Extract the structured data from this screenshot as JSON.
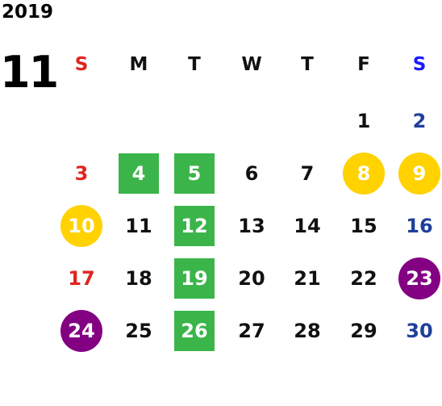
{
  "calendar": {
    "year": "2019",
    "month": "11",
    "weekdays": [
      "S",
      "M",
      "T",
      "W",
      "T",
      "F",
      "S"
    ],
    "days": [
      {
        "n": "1",
        "col": 5,
        "row": 0,
        "style": "blk"
      },
      {
        "n": "2",
        "col": 6,
        "row": 0,
        "style": "sat"
      },
      {
        "n": "3",
        "col": 0,
        "row": 1,
        "style": "sun"
      },
      {
        "n": "4",
        "col": 1,
        "row": 1,
        "style": "green"
      },
      {
        "n": "5",
        "col": 2,
        "row": 1,
        "style": "green"
      },
      {
        "n": "6",
        "col": 3,
        "row": 1,
        "style": "blk"
      },
      {
        "n": "7",
        "col": 4,
        "row": 1,
        "style": "blk"
      },
      {
        "n": "8",
        "col": 5,
        "row": 1,
        "style": "yellow"
      },
      {
        "n": "9",
        "col": 6,
        "row": 1,
        "style": "yellow"
      },
      {
        "n": "10",
        "col": 0,
        "row": 2,
        "style": "yellow"
      },
      {
        "n": "11",
        "col": 1,
        "row": 2,
        "style": "blk"
      },
      {
        "n": "12",
        "col": 2,
        "row": 2,
        "style": "green"
      },
      {
        "n": "13",
        "col": 3,
        "row": 2,
        "style": "blk"
      },
      {
        "n": "14",
        "col": 4,
        "row": 2,
        "style": "blk"
      },
      {
        "n": "15",
        "col": 5,
        "row": 2,
        "style": "blk"
      },
      {
        "n": "16",
        "col": 6,
        "row": 2,
        "style": "sat"
      },
      {
        "n": "17",
        "col": 0,
        "row": 3,
        "style": "sun"
      },
      {
        "n": "18",
        "col": 1,
        "row": 3,
        "style": "blk"
      },
      {
        "n": "19",
        "col": 2,
        "row": 3,
        "style": "green"
      },
      {
        "n": "20",
        "col": 3,
        "row": 3,
        "style": "blk"
      },
      {
        "n": "21",
        "col": 4,
        "row": 3,
        "style": "blk"
      },
      {
        "n": "22",
        "col": 5,
        "row": 3,
        "style": "blk"
      },
      {
        "n": "23",
        "col": 6,
        "row": 3,
        "style": "purple"
      },
      {
        "n": "24",
        "col": 0,
        "row": 4,
        "style": "purple"
      },
      {
        "n": "25",
        "col": 1,
        "row": 4,
        "style": "blk"
      },
      {
        "n": "26",
        "col": 2,
        "row": 4,
        "style": "green"
      },
      {
        "n": "27",
        "col": 3,
        "row": 4,
        "style": "blk"
      },
      {
        "n": "28",
        "col": 4,
        "row": 4,
        "style": "blk"
      },
      {
        "n": "29",
        "col": 5,
        "row": 4,
        "style": "blk"
      },
      {
        "n": "30",
        "col": 6,
        "row": 4,
        "style": "sat"
      }
    ]
  },
  "colors": {
    "sunday": "#e0241f",
    "saturday": "#1f3f9a",
    "saturday_header": "#1a1aff",
    "green_highlight": "#3bb54a",
    "yellow_highlight": "#ffd200",
    "purple_highlight": "#830083"
  }
}
